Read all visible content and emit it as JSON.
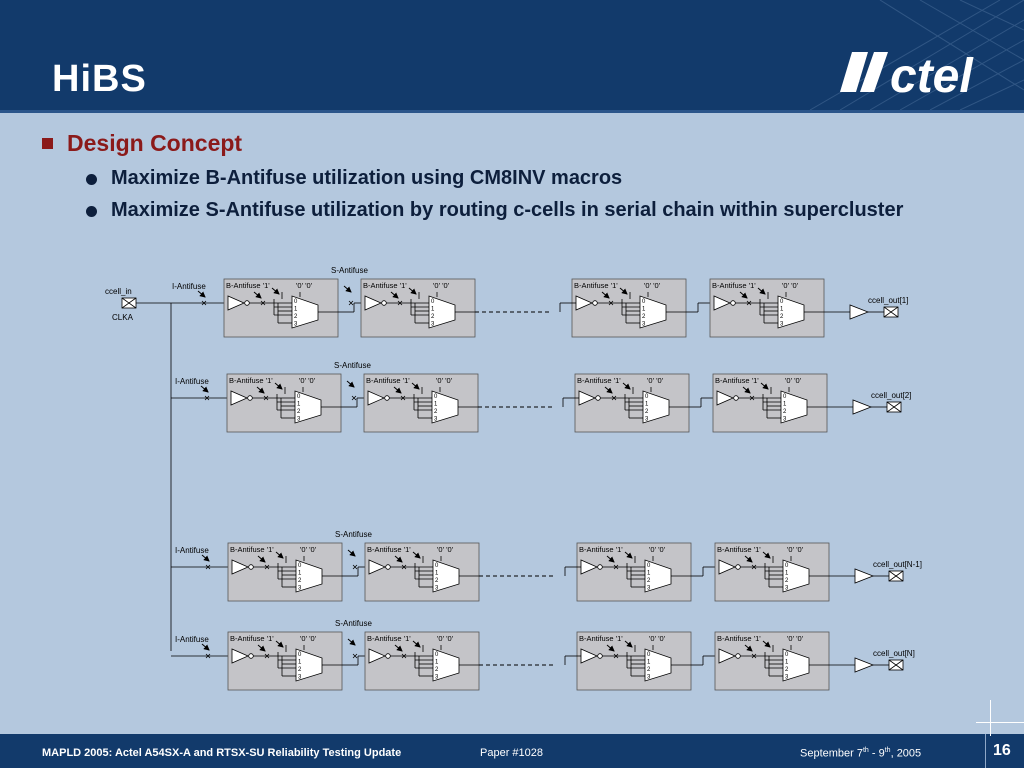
{
  "header": {
    "title": "HiBS",
    "logo_text": "Actel"
  },
  "bullets": {
    "main": "Design Concept",
    "sub1": "Maximize B-Antifuse utilization using CM8INV macros",
    "sub2": "Maximize S-Antifuse utilization by routing c-cells in serial chain within supercluster"
  },
  "diagram": {
    "input_label": "ccell_in",
    "clock_label": "CLKA",
    "i_antifuse": "I-Antifuse",
    "s_antifuse": "S-Antifuse",
    "cell_b_label": "B-Antifuse '1'",
    "cell_zero_label": "'0' '0'",
    "mux_inputs": [
      "0",
      "1",
      "2",
      "3"
    ],
    "outputs": [
      "ccell_out[1]",
      "ccell_out[2]",
      "ccell_out[N-1]",
      "ccell_out[N]"
    ]
  },
  "footer": {
    "left": "MAPLD 2005: Actel A54SX-A and RTSX-SU Reliability Testing Update",
    "paper": "Paper #1028",
    "date_pre": "September 7",
    "date_sup1": "th",
    "date_mid": " - 9",
    "date_sup2": "th",
    "date_post": ", 2005",
    "page": "16"
  },
  "colors": {
    "background": "#b4c8de",
    "header": "#123a6b",
    "cell_fill": "#c4c4c8",
    "accent": "#8b1a1a"
  }
}
